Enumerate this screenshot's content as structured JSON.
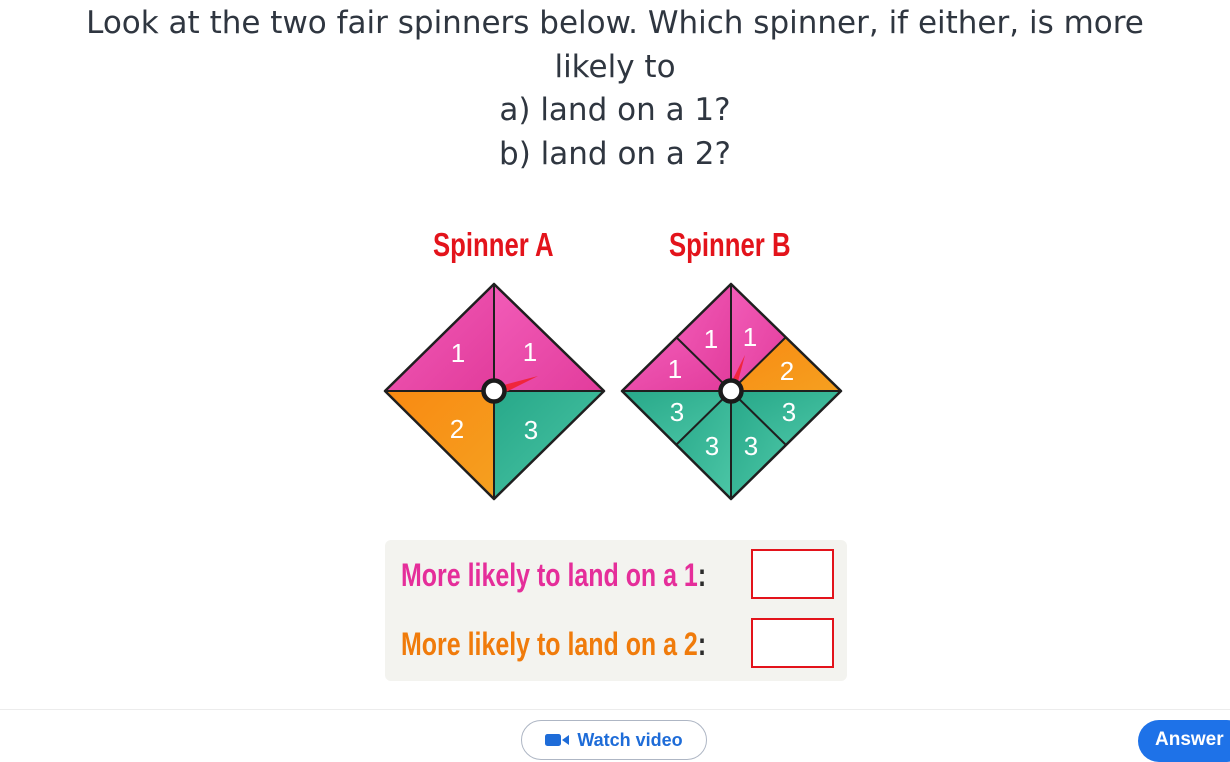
{
  "question": {
    "lines": [
      "Look at the two fair spinners below. Which spinner, if either, is more",
      "likely to",
      "a) land on a 1?",
      "b) land on a 2?"
    ]
  },
  "spinners": {
    "a": {
      "title": "Spinner A",
      "sections": [
        "1",
        "1",
        "2",
        "3"
      ]
    },
    "b": {
      "title": "Spinner B",
      "sections": [
        "1",
        "1",
        "1",
        "2",
        "3",
        "3",
        "3",
        "3"
      ]
    }
  },
  "answers": {
    "row1": {
      "label": "More likely to land on a 1",
      "colon": ":",
      "value": ""
    },
    "row2": {
      "label": "More likely to land on a 2",
      "colon": ":",
      "value": ""
    }
  },
  "colors": {
    "pink": "#ea4aa8",
    "orange": "#f7890f",
    "teal": "#2daf8c",
    "title_red": "#e3131b",
    "button_blue": "#1e72e8"
  },
  "buttons": {
    "watch_video": {
      "label": "Watch video",
      "icon": "video-camera-icon"
    },
    "answer": {
      "label": "Answer"
    }
  }
}
